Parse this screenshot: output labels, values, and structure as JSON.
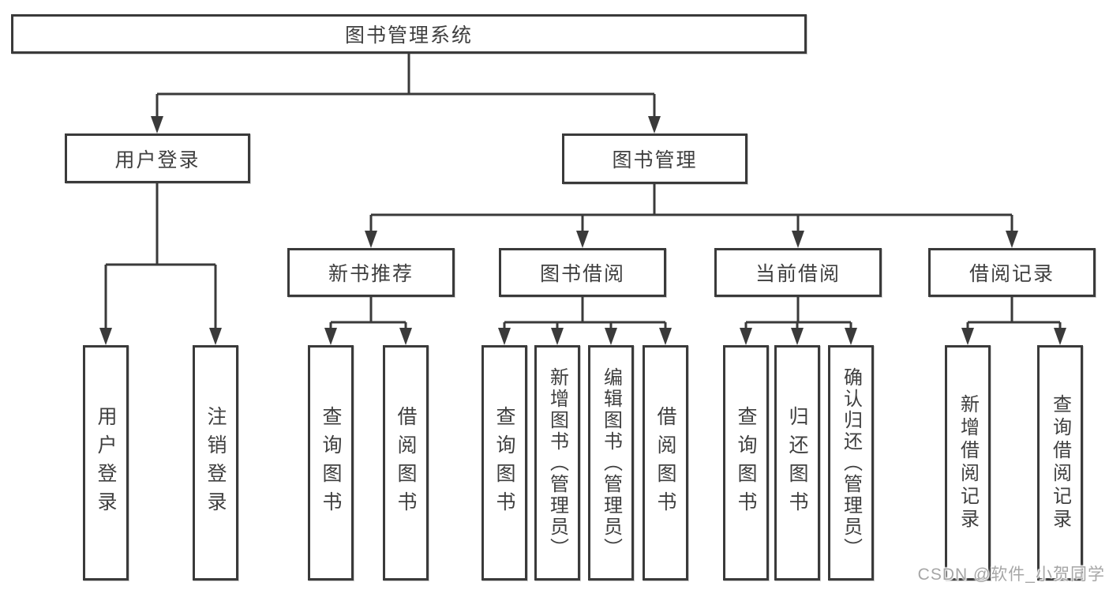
{
  "diagram": {
    "title": "图书管理系统",
    "level2": {
      "user_login": "用户登录",
      "book_management": "图书管理"
    },
    "level3": {
      "new_books": "新书推荐",
      "book_borrowing": "图书借阅",
      "current_borrowing": "当前借阅",
      "borrowing_records": "借阅记录"
    },
    "leaves": {
      "user_login": [
        "用户登录",
        "注销登录"
      ],
      "new_books": [
        "查询图书",
        "借阅图书"
      ],
      "book_borrowing": [
        "查询图书",
        "新增图书（管理员）",
        "编辑图书（管理员）",
        "借阅图书"
      ],
      "current_borrowing": [
        "查询图书",
        "归还图书",
        "确认归还（管理员）"
      ],
      "borrowing_records": [
        "新增借阅记录",
        "查询借阅记录"
      ]
    }
  },
  "watermark": "CSDN @软件_小贺同学",
  "colors": {
    "line": "#3a3a3a",
    "text": "#3f3f3f",
    "background": "#ffffff",
    "watermark": "#a6a6a6"
  }
}
